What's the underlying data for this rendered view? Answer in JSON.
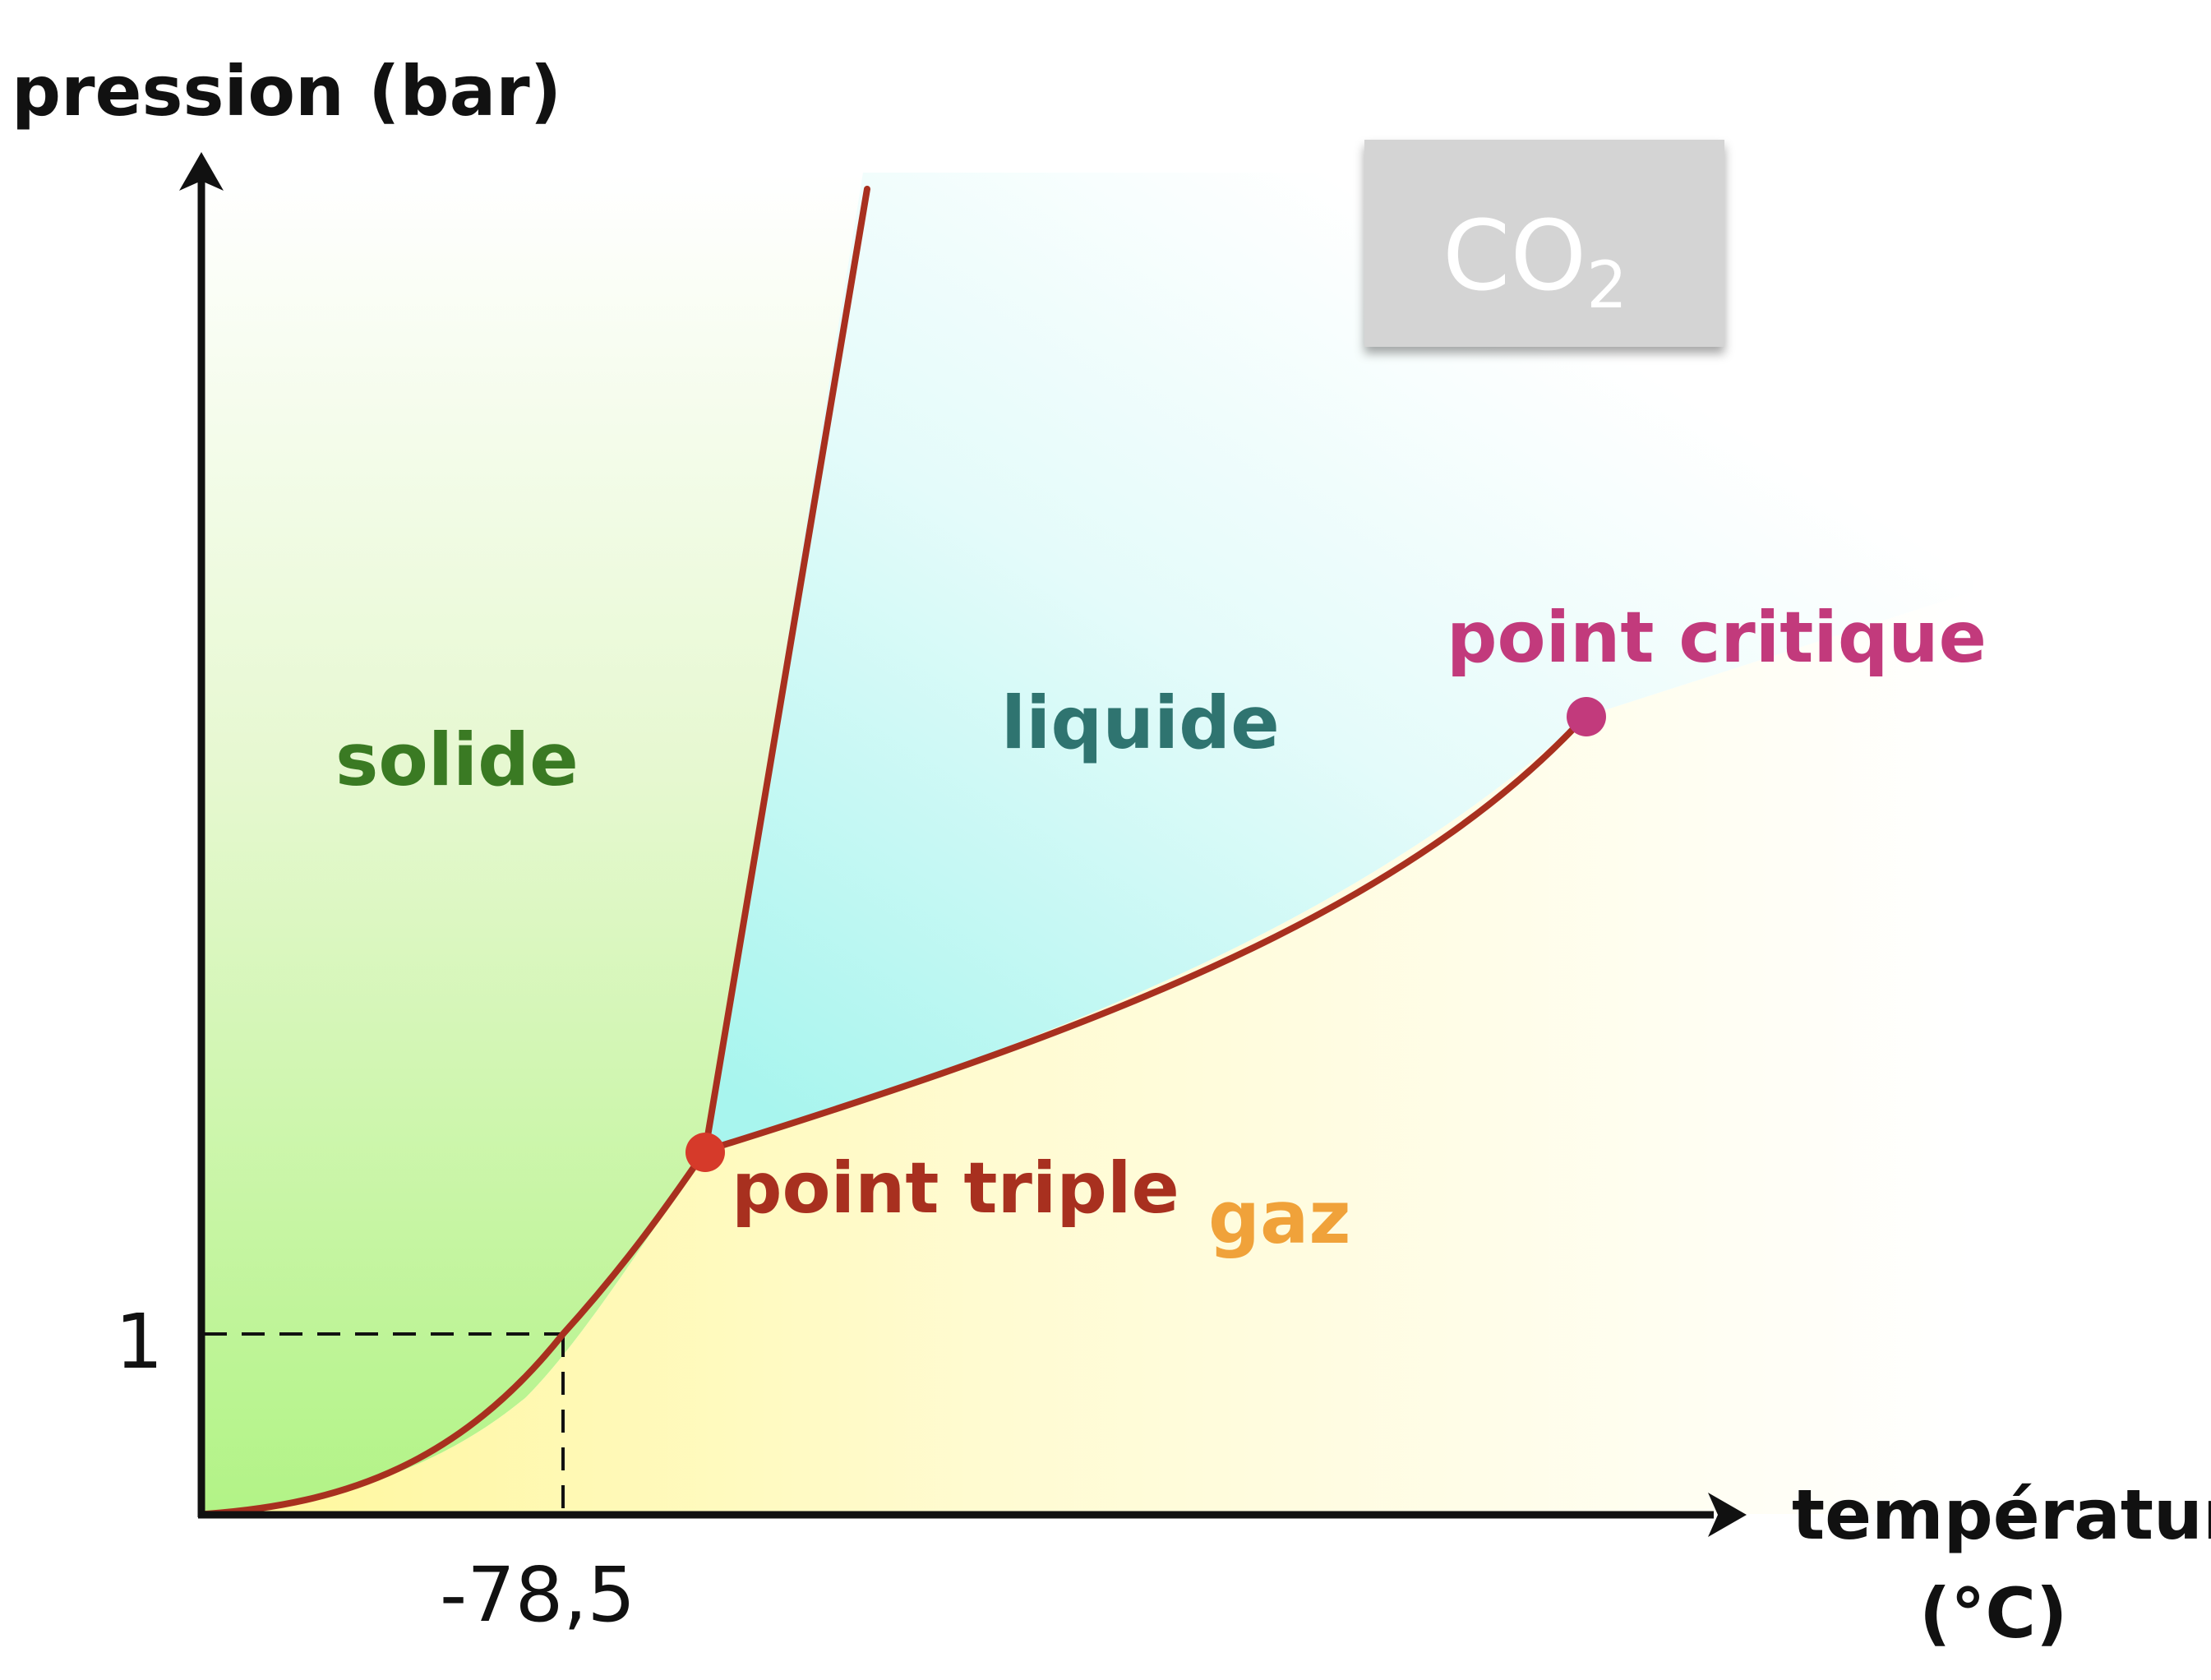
{
  "axes": {
    "y_label": "pression (bar)",
    "x_label_line1": "température",
    "x_label_line2": "(°C)",
    "y_tick": "1",
    "x_tick": "-78,5"
  },
  "regions": {
    "solid": "solide",
    "liquid": "liquide",
    "gas": "gaz"
  },
  "points": {
    "triple": "point triple",
    "critical": "point critique"
  },
  "substance": {
    "formula_main": "CO",
    "formula_sub": "2"
  },
  "colors": {
    "curve": "#a8301f",
    "triple_point": "#d63a2a",
    "critical_point": "#c23a7c",
    "solid_text": "#3a7a23",
    "liquid_text": "#2f7470",
    "gas_text": "#f0a23a",
    "solid_fill": "#b6f58a",
    "liquid_fill": "#aef5ef",
    "gas_fill": "#fff79a",
    "badge": "#d4d4d4"
  }
}
